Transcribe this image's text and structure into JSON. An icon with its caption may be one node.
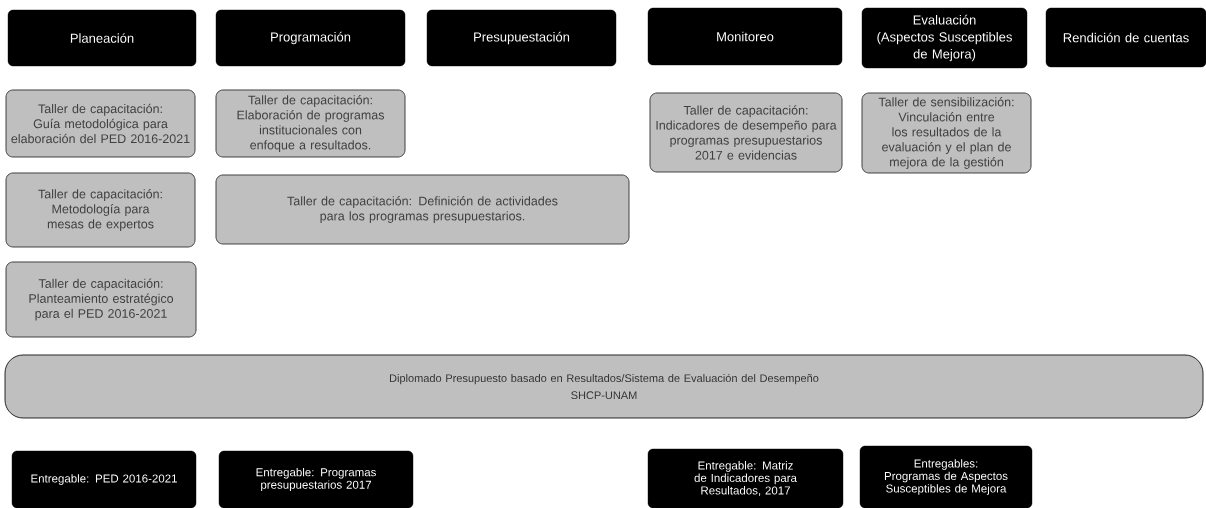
{
  "diagram": {
    "nodes": [
      {
        "text": [
          "Planeación"
        ]
      },
      {
        "text": [
          "Programación"
        ]
      },
      {
        "text": [
          "Presupuestación"
        ]
      },
      {
        "text": [
          "Monitoreo"
        ]
      },
      {
        "text": [
          "Evaluación",
          "(Aspectos Susceptibles de Mejora)"
        ]
      },
      {
        "text": [
          "Rendición de cuentas"
        ]
      },
      {
        "text": [
          "Taller de capacitación: Guía metodológica para elaboración del PED 2016-2021"
        ]
      },
      {
        "text": [
          "Taller de capacitación: Elaboración de programas institucionales con enfoque a resultados."
        ]
      },
      {
        "text": [
          "Taller de capacitación: Indicadores de desempeño para programas presupuestarios 2017 e evidencias"
        ]
      },
      {
        "text": [
          "Taller de sensibilización: Vinculación entre los resultados de la evaluación y el plan de mejora de la gestión"
        ]
      },
      {
        "text": [
          "Taller de capacitación: Metodología para mesas de expertos"
        ]
      },
      {
        "text": [
          "Taller de capacitación: Definición de actividades para los programas presupuestarios."
        ]
      },
      {
        "text": [
          "Taller de capacitación: Planteamiento estratégico para el PED 2016-2021"
        ]
      },
      {
        "text": [
          "Diplomado Presupuesto basado en Resultados/Sistema de Evaluación del Desempeño",
          "SHCP-UNAM"
        ]
      },
      {
        "text": [
          "Entregable: PED 2016-2021"
        ]
      },
      {
        "text": [
          "Entregable: Programas presupuestarios 2017"
        ]
      },
      {
        "text": [
          "Entregable: Matriz de Indicadores para Resultados, 2017"
        ]
      },
      {
        "text": [
          "Entregables: Programas de Aspectos Susceptibles de Mejora"
        ]
      }
    ]
  }
}
